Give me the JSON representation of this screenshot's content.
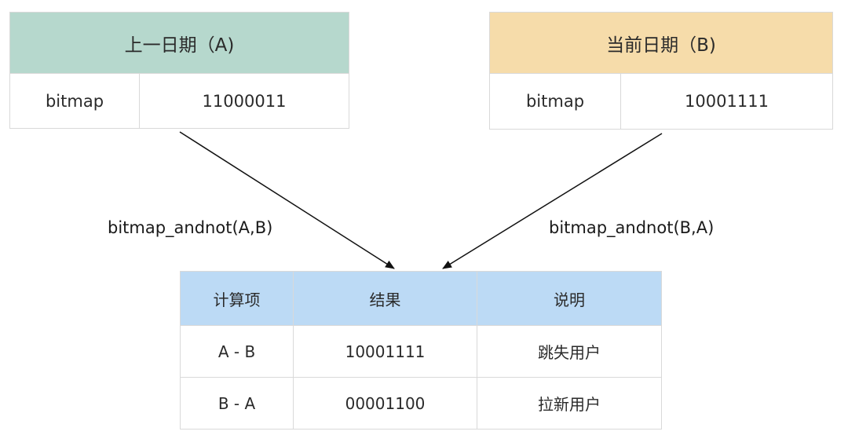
{
  "left_table": {
    "header": "上一日期（A)",
    "row_label": "bitmap",
    "row_value": "11000011",
    "header_color": "#b6d8cd"
  },
  "right_table": {
    "header": "当前日期（B)",
    "row_label": "bitmap",
    "row_value": "10001111",
    "header_color": "#f6dcaa"
  },
  "operations": {
    "left": "bitmap_andnot(A,B)",
    "right": "bitmap_andnot(B,A)"
  },
  "result_table": {
    "header_color": "#bcdaf5",
    "columns": [
      "计算项",
      "结果",
      "说明"
    ],
    "rows": [
      [
        "A - B",
        "10001111",
        "跳失用户"
      ],
      [
        "B - A",
        "00001100",
        "拉新用户"
      ]
    ]
  }
}
